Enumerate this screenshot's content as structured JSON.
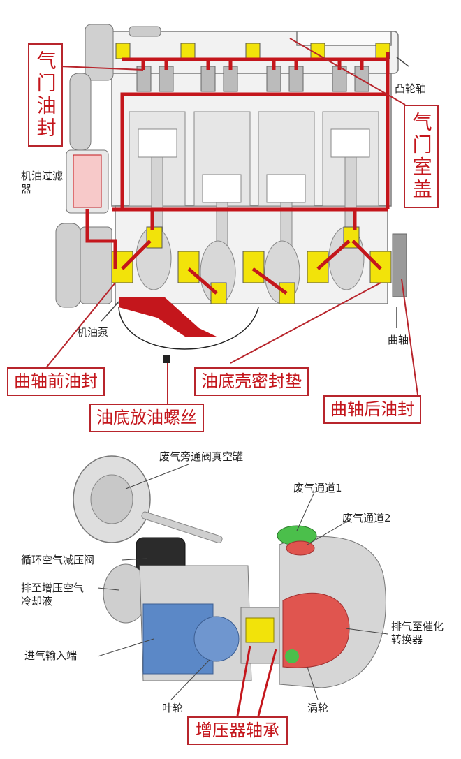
{
  "engine": {
    "labels": {
      "valve_seal": "气门油封",
      "valve_cover": "气门室盖",
      "camshaft": "凸轮轴",
      "oil_filter": "机油过滤器",
      "oil_pump": "机油泵",
      "crankshaft": "曲轴",
      "crank_front_seal": "曲轴前油封",
      "oil_pan_gasket": "油底壳密封垫",
      "drain_plug": "油底放油螺丝",
      "crank_rear_seal": "曲轴后油封"
    }
  },
  "turbo": {
    "labels": {
      "wastegate_canister": "废气旁通阀真空罐",
      "exhaust_channel_1": "废气通道1",
      "exhaust_channel_2": "废气通道2",
      "recirc_valve": "循环空气减压阀",
      "coolant_line": "排至增压空气冷却液",
      "intake": "进气输入端",
      "exhaust_to_cat": "排气至催化转换器",
      "impeller": "叶轮",
      "turbine": "涡轮",
      "bearing": "增压器轴承"
    }
  },
  "colors": {
    "oil_path": "#c4161c",
    "bearing_yellow": "#f2e30a",
    "compressor_blue": "#5b88c7",
    "turbine_red": "#e0554f",
    "engine_gray": "#d9d9d9"
  }
}
